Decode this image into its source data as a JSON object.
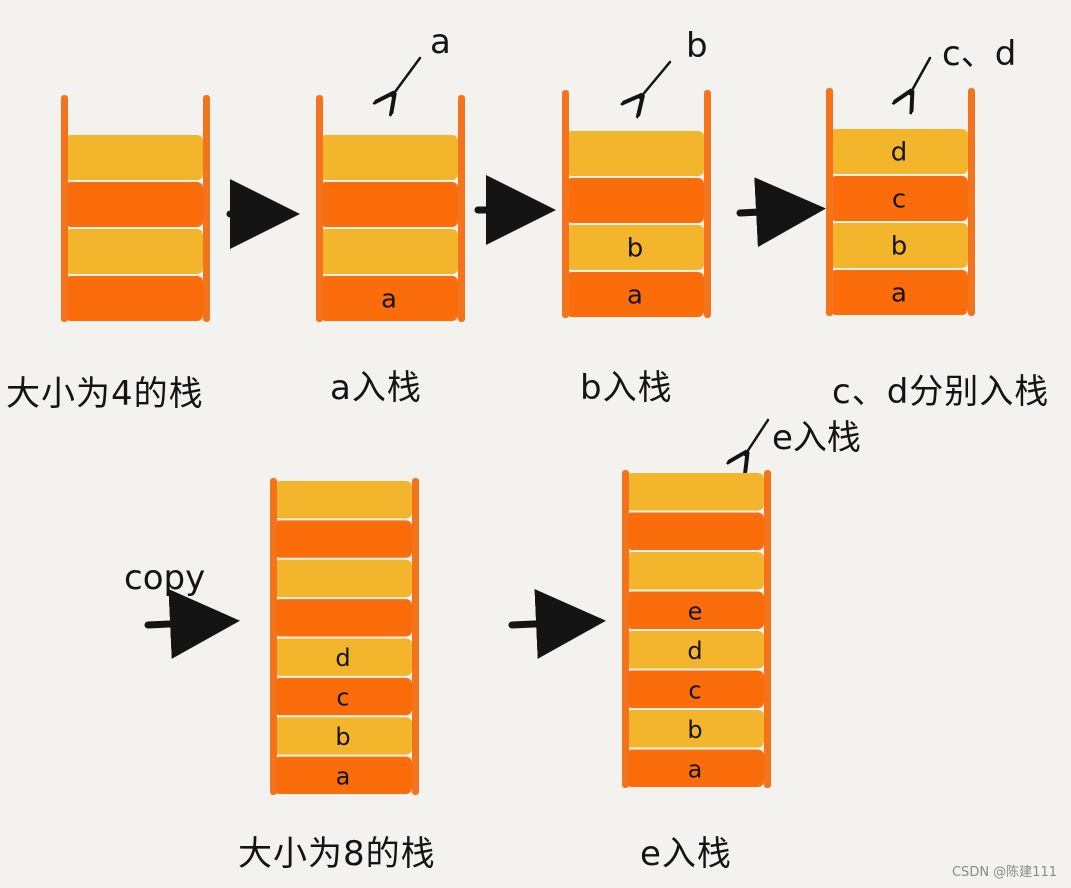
{
  "colors": {
    "background": "#f3f2ef",
    "slot_light": "#f3b52b",
    "slot_dark": "#fb6d0a",
    "wall": "#f4731d",
    "ink": "#141414"
  },
  "stacks": [
    {
      "id": "stack-1",
      "capacity": 4,
      "items": [],
      "pointer": "",
      "caption": "大小为4的栈"
    },
    {
      "id": "stack-2",
      "capacity": 4,
      "items": [
        "a"
      ],
      "pointer": "a",
      "caption": "a入栈"
    },
    {
      "id": "stack-3",
      "capacity": 4,
      "items": [
        "a",
        "b"
      ],
      "pointer": "b",
      "caption": "b入栈"
    },
    {
      "id": "stack-4",
      "capacity": 4,
      "items": [
        "a",
        "b",
        "c",
        "d"
      ],
      "pointer": "c、d",
      "caption": "c、d分别入栈"
    },
    {
      "id": "stack-5",
      "capacity": 8,
      "items": [
        "a",
        "b",
        "c",
        "d"
      ],
      "pointer": "",
      "caption": "大小为8的栈"
    },
    {
      "id": "stack-6",
      "capacity": 8,
      "items": [
        "a",
        "b",
        "c",
        "d",
        "e"
      ],
      "pointer": "e入栈",
      "caption": "e入栈"
    }
  ],
  "copy_label": "copy",
  "watermark": "CSDN @陈建111"
}
